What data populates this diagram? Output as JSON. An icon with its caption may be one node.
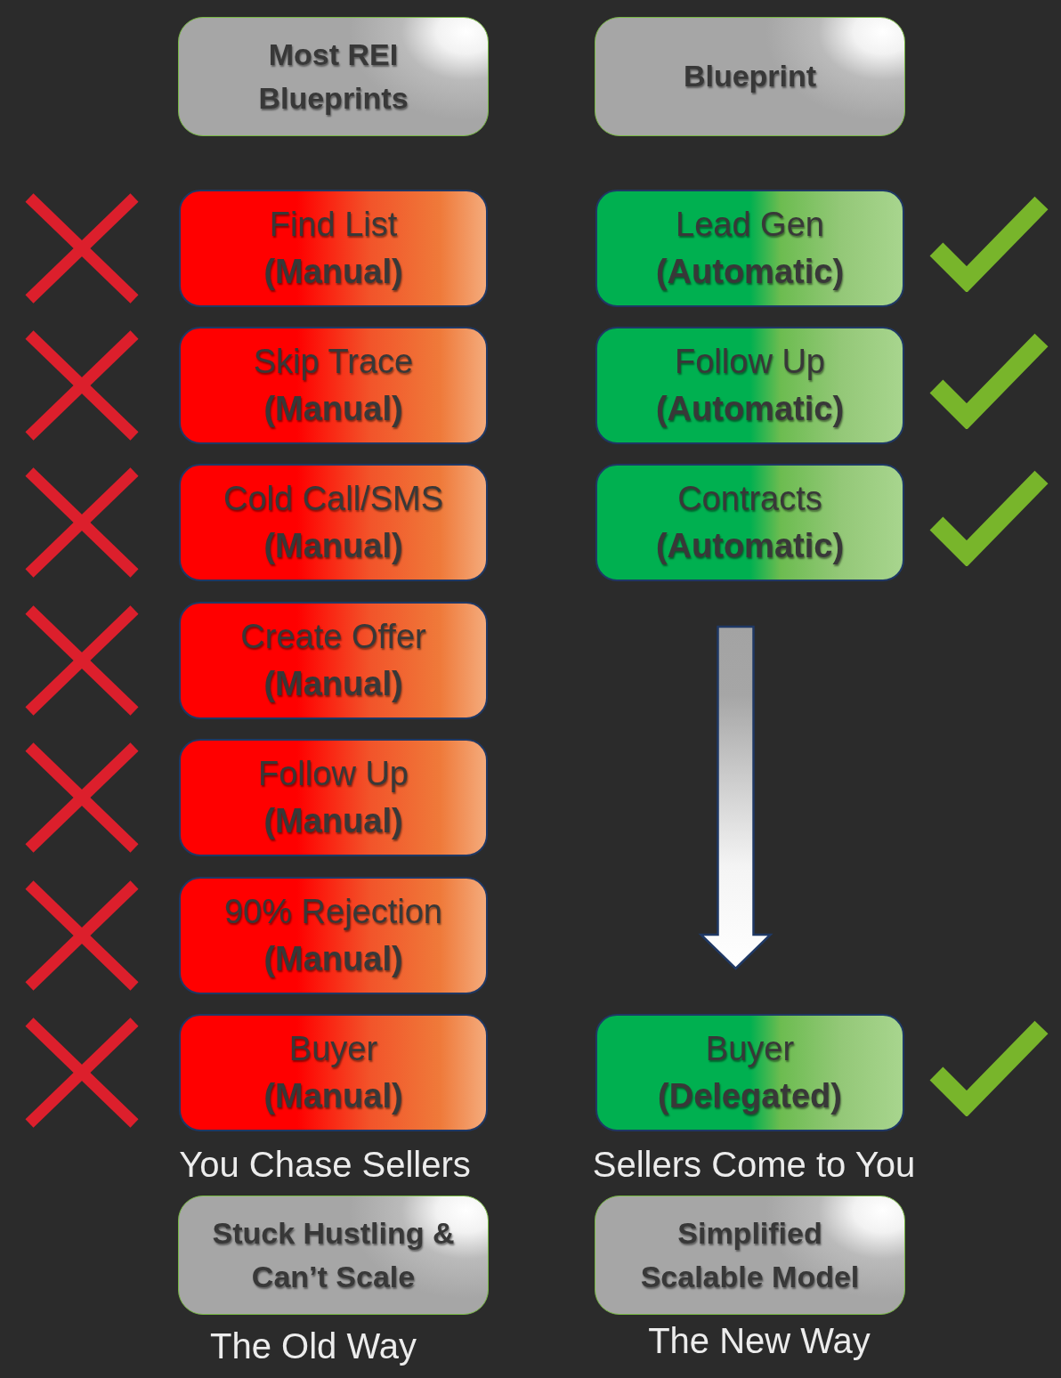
{
  "diagram": {
    "nodes": [
      {
        "text": [
          "Most REI Blueprints"
        ]
      },
      {
        "text": [
          "Blueprint"
        ]
      },
      {
        "text": [
          "Find List **(Manual)**"
        ]
      },
      {
        "text": [
          "Lead Gen **(Automatic)**"
        ]
      },
      {
        "text": [
          "Skip Trace **(Manual)**"
        ]
      },
      {
        "text": [
          "Follow Up **(Automatic)**"
        ]
      },
      {
        "text": [
          "Cold Call/SMS **(Manual)**"
        ]
      },
      {
        "text": [
          "Contracts **(Automatic)**"
        ]
      },
      {
        "text": [
          "Create Offer **(Manual)**"
        ]
      },
      {
        "text": [
          "Follow Up **(Manual)**"
        ]
      },
      {
        "text": [
          "90% Rejection **(Manual)**"
        ]
      },
      {
        "text": [
          "Buyer **(Manual)**"
        ]
      },
      {
        "text": [
          "Buyer **(Delegated)**"
        ]
      },
      {
        "text": [
          "Stuck Hustling & Can’t Scale"
        ]
      },
      {
        "text": [
          "Simplified Scalable Model"
        ]
      }
    ],
    "edges": [
      {
        "from": 7,
        "to": 12,
        "arrow": "to"
      }
    ],
    "labels": [
      "You Chase Sellers",
      "Sellers Come to You",
      "The Old Way",
      "The New Way"
    ]
  }
}
